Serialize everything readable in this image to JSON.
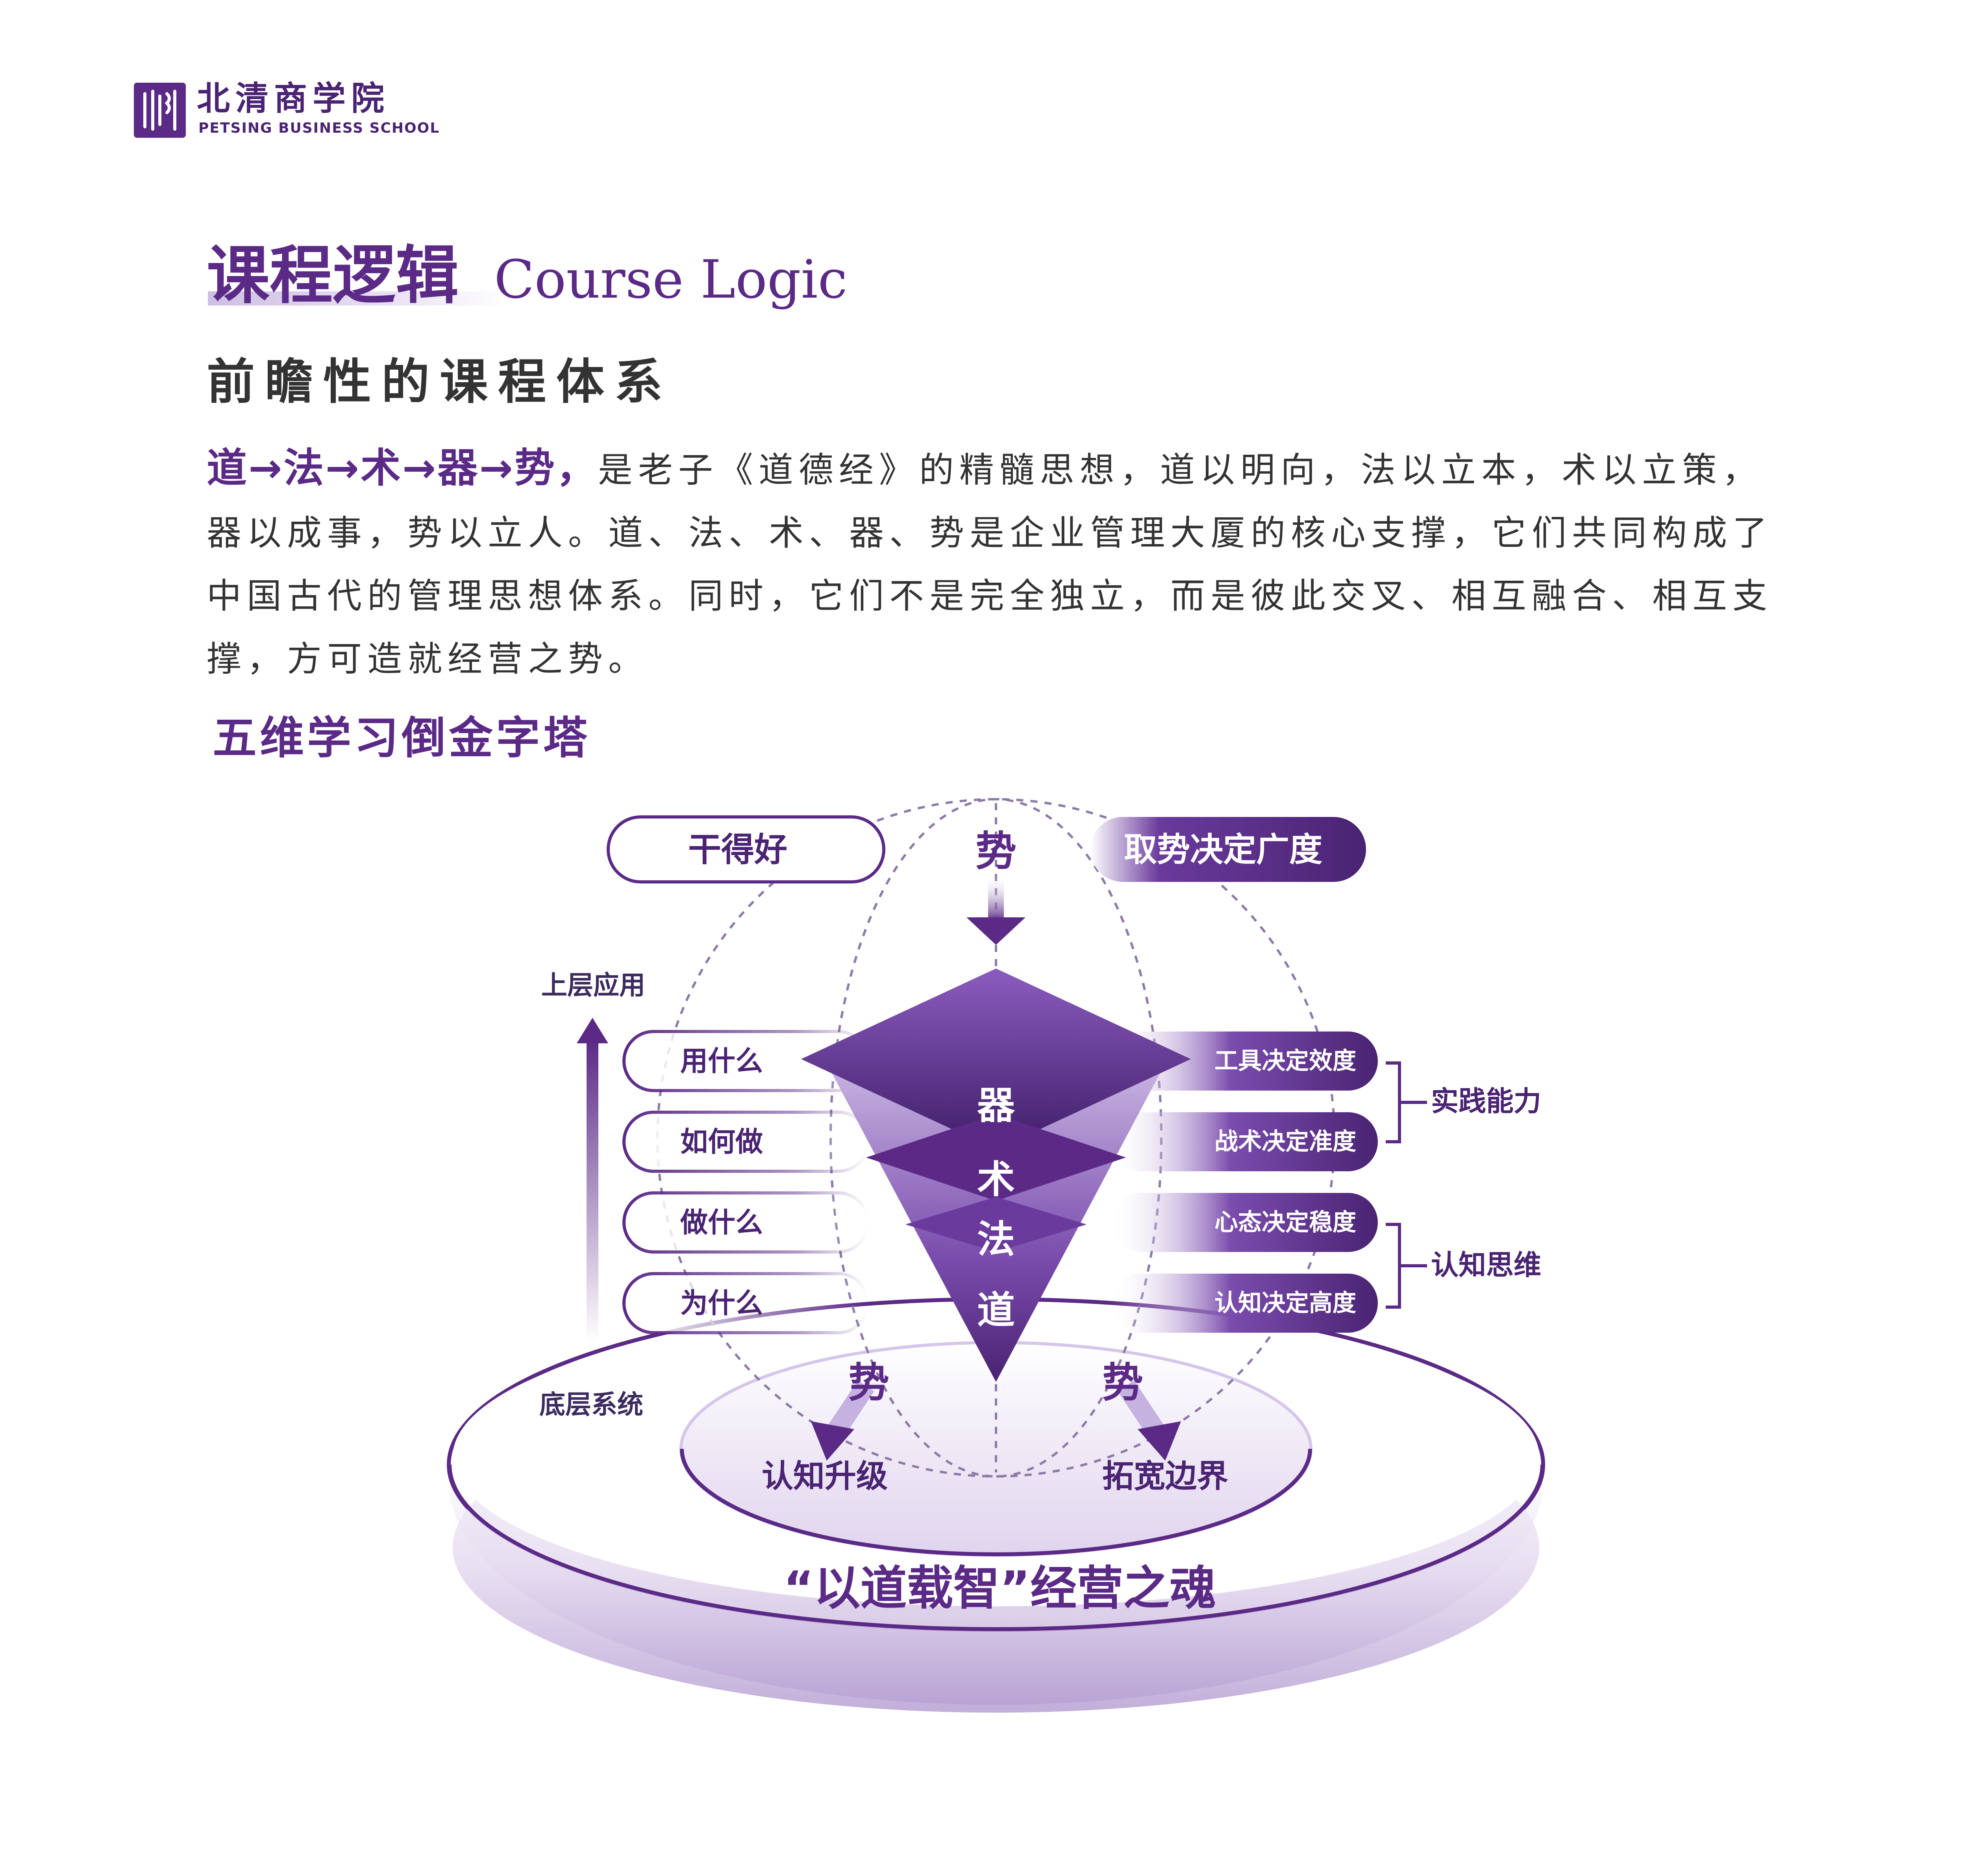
{
  "logo": {
    "name_cn": "北清商学院",
    "name_en": "PETSING BUSINESS SCHOOL",
    "brand_color": "#5b2a86"
  },
  "heading": {
    "title_cn": "课程逻辑",
    "title_en": "Course Logic",
    "subtitle": "前瞻性的课程体系"
  },
  "intro": {
    "lead": "道→法→术→器→势，",
    "body": "是老子《道德经》的精髓思想，道以明向，法以立本，术以立策，器以成事，势以立人。道、法、术、器、势是企业管理大厦的核心支撑，它们共同构成了中国古代的管理思想体系。同时，它们不是完全独立，而是彼此交叉、相互融合、相互支撑，方可造就经营之势。"
  },
  "diagram": {
    "title": "五维学习倒金字塔",
    "top_left_pill": "干得好",
    "top_center": "势",
    "top_right_pill": "取势决定广度",
    "axis_top": "上层应用",
    "axis_bottom": "底层系统",
    "left_rows": [
      "用什么",
      "如何做",
      "做什么",
      "为什么"
    ],
    "right_rows": [
      "工具决定效度",
      "战术决定准度",
      "心态决定稳度",
      "认知决定高度"
    ],
    "right_groups": [
      "实践能力",
      "认知思维"
    ],
    "layers": [
      "器",
      "术",
      "法",
      "道"
    ],
    "bottom_left_shi": "势",
    "bottom_right_shi": "势",
    "base_left": "认知升级",
    "base_right": "拓宽边界",
    "soul": "“以道载智”经营之魂",
    "colors": {
      "deep_purple": "#4a2373",
      "mid_purple": "#6a3a9c",
      "light_purple": "#d9cdea"
    }
  }
}
